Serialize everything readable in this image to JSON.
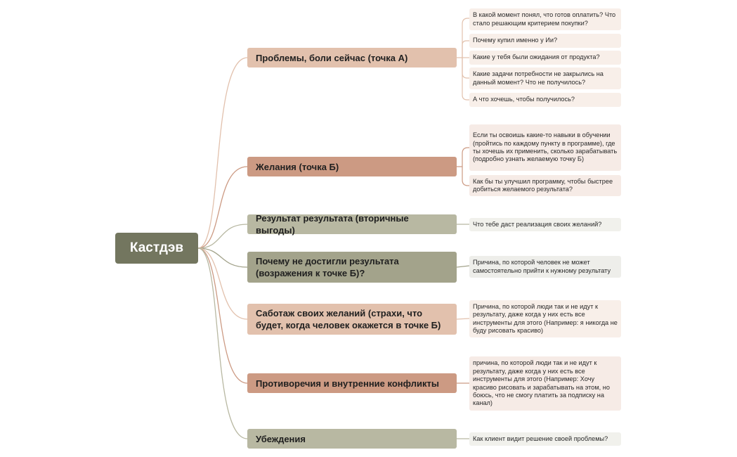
{
  "root": {
    "label": "Кастдэв"
  },
  "branches": [
    {
      "label": "Проблемы, боли сейчас (точка А)",
      "color": "#e2c1ad",
      "children": [
        "В какой момент понял, что готов оплатить? Что стало решающим критерием покупки?",
        "Почему купил именно у Ии?",
        "Какие у тебя были ожидания от продукта?",
        "Какие задачи потребности не закрылись на данный момент? Что не получилось?",
        "А что хочешь, чтобы получилось?"
      ]
    },
    {
      "label": "Желания (точка Б)",
      "color": "#cc9a83",
      "children": [
        "Если ты освоишь какие-то навыки в обучении (пройтись по каждому пункту в программе), где ты хочешь их применить, сколько зарабатывать (подробно узнать желаемую точку Б)",
        "Как бы ты улучшил программу, чтобы быстрее добиться желаемого результата?"
      ]
    },
    {
      "label": "Результат результата (вторичные выгоды)",
      "color": "#b8b8a2",
      "children": [
        "Что тебе даст реализация своих желаний?"
      ]
    },
    {
      "label": "Почему не достигли результата (возражения к точке Б)?",
      "color": "#a3a38b",
      "children": [
        "Причина, по которой человек не может самостоятельно прийти к нужному результату"
      ]
    },
    {
      "label": "Саботаж своих желаний (страхи, что будет, когда человек окажется в точке Б)",
      "color": "#e2c1ad",
      "children": [
        "Причина, по которой люди так и не идут к результату, даже когда у них есть все инструменты для этого (Например: я никогда не буду рисовать красиво)"
      ]
    },
    {
      "label": "Противоречия и внутренние конфликты",
      "color": "#cc9a83",
      "children": [
        "причина, по которой люди так и не идут к результату, даже когда у них есть все инструменты для этого (Например: Хочу красиво рисовать и зарабатывать на этом, но боюсь, что не смогу платить за подписку на канал)"
      ]
    },
    {
      "label": "Убеждения",
      "color": "#b8b8a2",
      "children": [
        "Как клиент видит решение своей проблемы?"
      ]
    }
  ]
}
